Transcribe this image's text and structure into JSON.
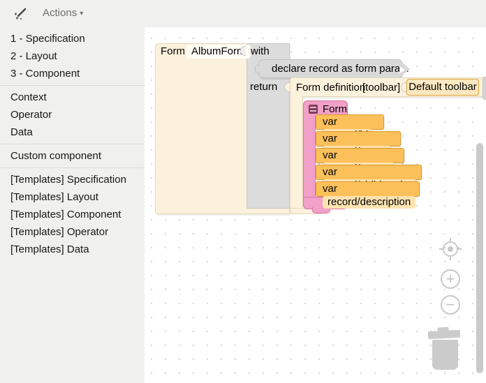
{
  "header": {
    "actions_label": "Actions",
    "caret": "▾"
  },
  "sidebar": {
    "groups": [
      {
        "items": [
          "1 - Specification",
          "2 - Layout",
          "3 - Component"
        ]
      },
      {
        "items": [
          "Context",
          "Operator",
          "Data"
        ]
      },
      {
        "items": [
          "Custom component"
        ]
      },
      {
        "items": [
          "[Templates] Specification",
          "[Templates] Layout",
          "[Templates] Component",
          "[Templates] Operator",
          "[Templates] Data"
        ]
      }
    ]
  },
  "canvas": {
    "form_block": {
      "label": "Form",
      "name_field": "AlbumForm",
      "with_label": "with",
      "return_label": "return"
    },
    "declare_block": {
      "label": "declare record as form para..."
    },
    "form_definition": {
      "label": "Form definition",
      "toolbar_param": "[toolbar]",
      "toolbar_value": "Default toolbar"
    },
    "form_component": {
      "label": "Form"
    },
    "vars": [
      {
        "keyword": "var",
        "value": "record/id"
      },
      {
        "keyword": "var",
        "value": "record/name"
      },
      {
        "keyword": "var",
        "value": "record/parent"
      },
      {
        "keyword": "var",
        "value": "record/child_order"
      },
      {
        "keyword": "var",
        "value": "record/description"
      }
    ],
    "controls": {
      "zoom_in": "+",
      "zoom_out": "−"
    }
  },
  "colors": {
    "cream_block": "#fbf1dc",
    "grey_statement": "#dcdcdc",
    "orange_block": "#fcc05a",
    "orange_border": "#d89b2d",
    "pink_block": "#f1a0c7",
    "pink_border": "#dd71ab",
    "toolbar_pill": "#fbe7c0",
    "sidebar_bg": "#f0f0ee"
  }
}
